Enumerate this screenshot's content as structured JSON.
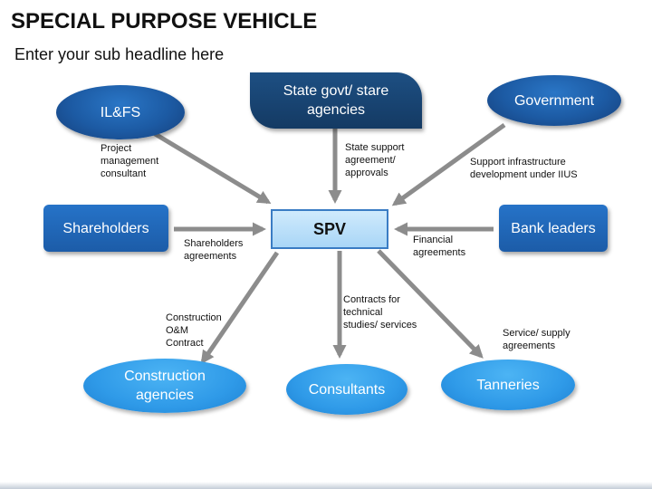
{
  "header": {
    "title": "SPECIAL PURPOSE VEHICLE",
    "subtitle": "Enter your sub headline here"
  },
  "nodes": {
    "ilfs": "IL&FS",
    "state_agencies": "State govt/ stare agencies",
    "government": "Government",
    "shareholders": "Shareholders",
    "spv": "SPV",
    "bank_leaders": "Bank leaders",
    "construction_agencies": "Construction agencies",
    "consultants": "Consultants",
    "tanneries": "Tanneries"
  },
  "labels": {
    "ilfs": [
      "Project",
      "management",
      "consultant"
    ],
    "state": [
      "State support",
      "agreement/",
      "approvals"
    ],
    "government": [
      "Support infrastructure",
      "development under IIUS"
    ],
    "shareholders": [
      "Shareholders",
      "agreements"
    ],
    "bank": [
      "Financial",
      "agreements"
    ],
    "construction": [
      "Construction",
      "O&M",
      "Contract"
    ],
    "consultants": [
      "Contracts for",
      "technical",
      "studies/ services"
    ],
    "tanneries": [
      "Service/ supply",
      "agreements"
    ]
  },
  "colors": {
    "dark_blue": "#1c5aa3",
    "navy": "#173f6a",
    "light_blue": "#2f9ae8",
    "spv_fill": "#bfe2fa",
    "arrow": "#8c8c8c"
  }
}
